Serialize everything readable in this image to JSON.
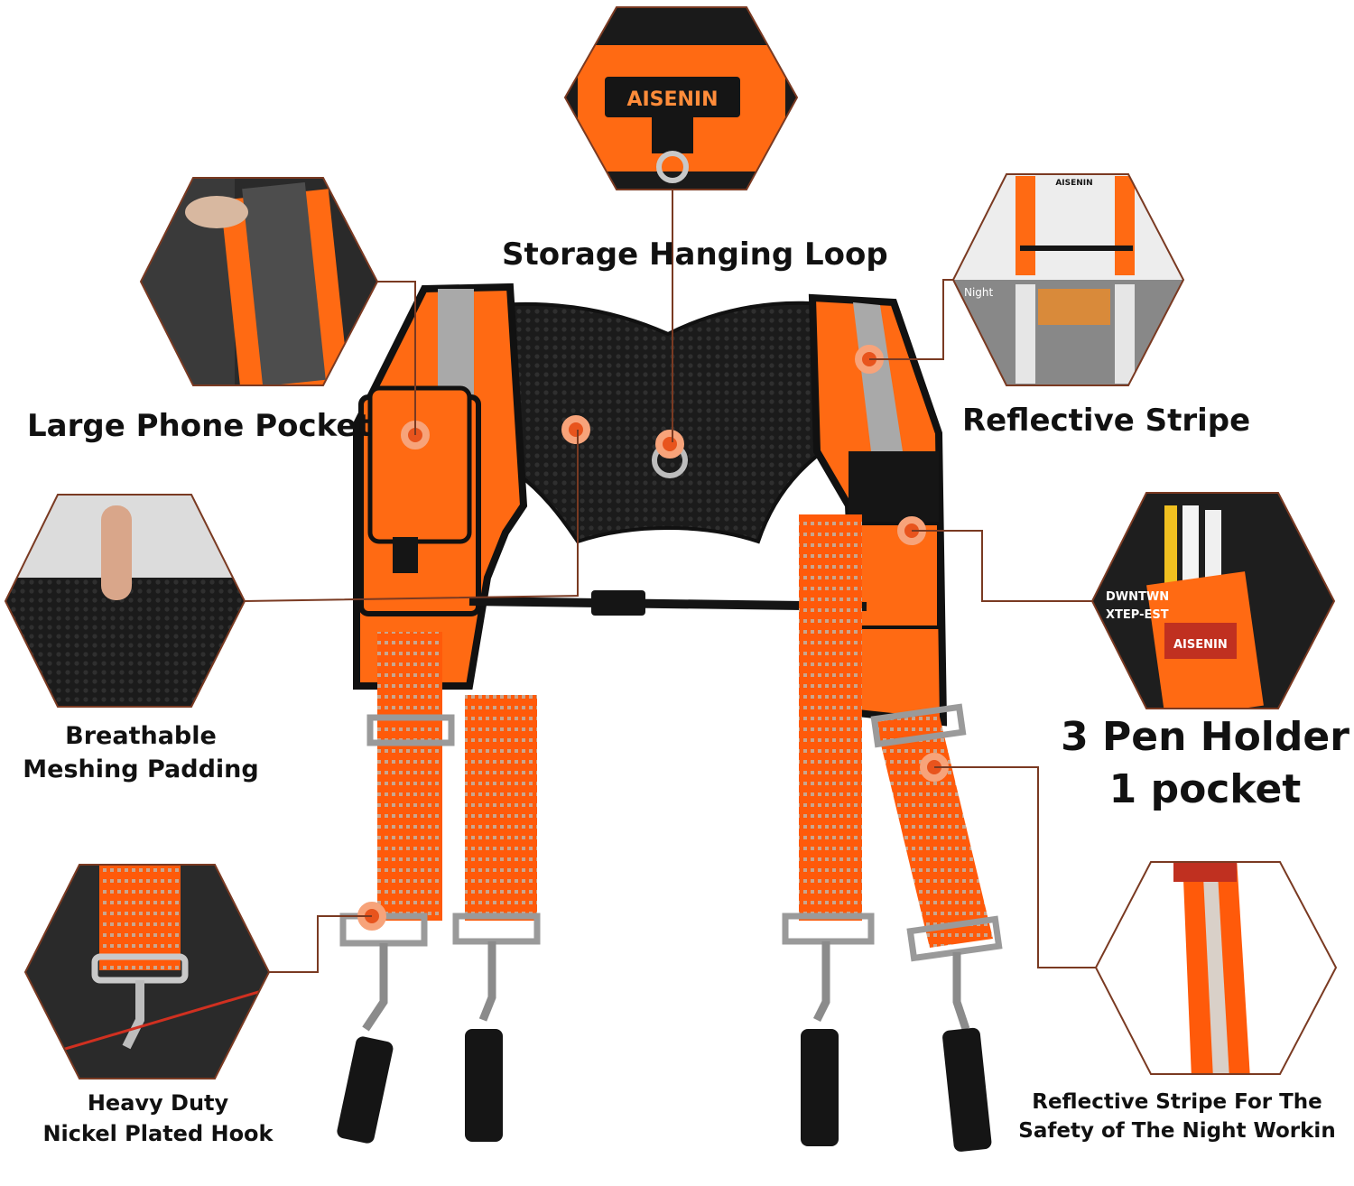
{
  "labels": {
    "storage_loop": "Storage Hanging Loop",
    "phone_pocket": "Large Phone Pocket",
    "reflective_stripe": "Reflective Stripe",
    "breathable_1": "Breathable",
    "breathable_2": "Meshing Padding",
    "pen_holder_1": "3 Pen Holder",
    "pen_holder_2": "1 pocket",
    "hook_1": "Heavy Duty",
    "hook_2": "Nickel Plated Hook",
    "night_1": "Reflective Stripe For The",
    "night_2": "Safety of The Night Workin"
  },
  "brand": {
    "logo_main": "AISENIN",
    "logo_small": "AISENIN",
    "logo_pen": "AISENIN",
    "night_tag": "Night",
    "shirt_text_1": "DWNTWN",
    "shirt_text_2": "XTEP-EST"
  },
  "colors": {
    "accent_orange": "#ff6a13",
    "strap_orange": "#ff5a0a",
    "callout_line": "#7a3a22",
    "dot": "#e8541d",
    "black": "#151515",
    "reflective_gray": "#a9a9a9"
  }
}
